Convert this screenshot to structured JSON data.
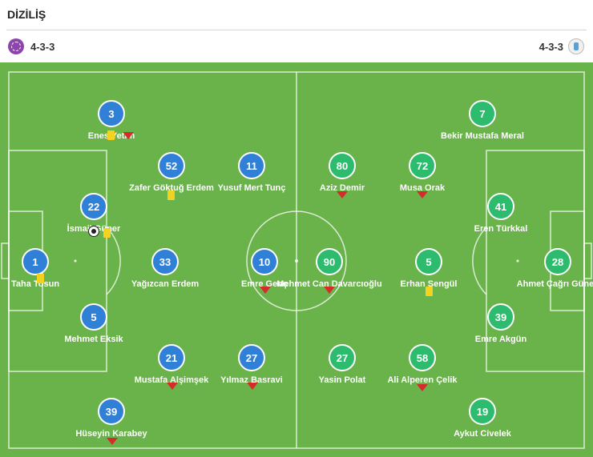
{
  "section_title": "DİZİLİŞ",
  "home": {
    "formation": "4-3-3",
    "badge_icon": "club-crest-icon",
    "color": "#2f80d6",
    "players": [
      {
        "number": "1",
        "name": "Taha Tosun",
        "icons": [
          "yellow-card"
        ]
      },
      {
        "number": "3",
        "name": "Enes Yetim",
        "icons": [
          "yellow-card",
          "substitution-arrow"
        ]
      },
      {
        "number": "22",
        "name": "İsmail Güner",
        "icons": [
          "goal-ball",
          "yellow-card"
        ]
      },
      {
        "number": "5",
        "name": "Mehmet Eksik",
        "icons": []
      },
      {
        "number": "39",
        "name": "Hüseyin Karabey",
        "icons": [
          "substitution-arrow"
        ]
      },
      {
        "number": "52",
        "name": "Zafer Göktuğ Erdem",
        "icons": [
          "yellow-card"
        ]
      },
      {
        "number": "33",
        "name": "Yağızcan Erdem",
        "icons": []
      },
      {
        "number": "21",
        "name": "Mustafa Alşimşek",
        "icons": [
          "substitution-arrow"
        ]
      },
      {
        "number": "11",
        "name": "Yusuf Mert Tunç",
        "icons": []
      },
      {
        "number": "10",
        "name": "Emre Genç",
        "icons": [
          "substitution-arrow"
        ]
      },
      {
        "number": "27",
        "name": "Yılmaz Basravi",
        "icons": [
          "substitution-arrow"
        ]
      }
    ]
  },
  "away": {
    "formation": "4-3-3",
    "badge_icon": "club-crest-icon",
    "color": "#2dbb6e",
    "players": [
      {
        "number": "28",
        "name": "Ahmet Çağrı Güney",
        "icons": []
      },
      {
        "number": "7",
        "name": "Bekir Mustafa Meral",
        "icons": []
      },
      {
        "number": "41",
        "name": "Eren Türkkal",
        "icons": []
      },
      {
        "number": "39",
        "name": "Emre Akgün",
        "icons": []
      },
      {
        "number": "19",
        "name": "Aykut Civelek",
        "icons": []
      },
      {
        "number": "72",
        "name": "Musa Orak",
        "icons": [
          "substitution-arrow"
        ]
      },
      {
        "number": "5",
        "name": "Erhan Şengül",
        "icons": [
          "yellow-card"
        ]
      },
      {
        "number": "58",
        "name": "Ali Alperen Çelik",
        "icons": [
          "substitution-arrow"
        ]
      },
      {
        "number": "80",
        "name": "Aziz Demir",
        "icons": [
          "substitution-arrow"
        ]
      },
      {
        "number": "90",
        "name": "Mehmet Can Davarcıoğlu",
        "icons": [
          "substitution-arrow"
        ]
      },
      {
        "number": "27",
        "name": "Yasin Polat",
        "icons": []
      }
    ]
  }
}
